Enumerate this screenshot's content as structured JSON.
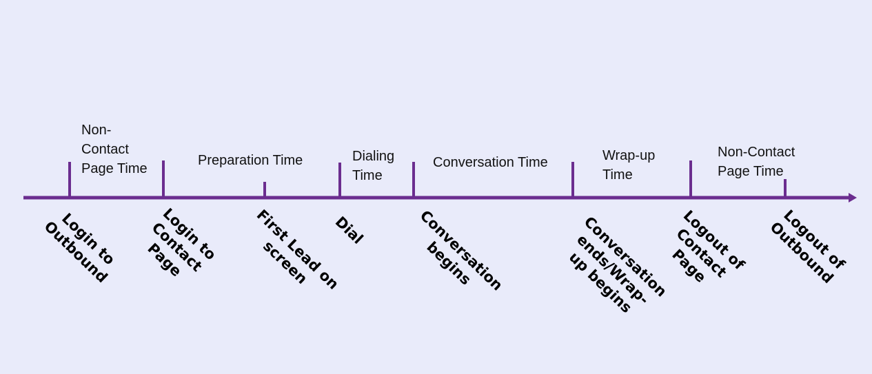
{
  "colors": {
    "background": "#e9ebfa",
    "timeline": "#6b2d8f"
  },
  "intervals": [
    {
      "lines": [
        "Non-",
        "Contact",
        "Page Time"
      ]
    },
    {
      "lines": [
        "Preparation Time"
      ]
    },
    {
      "lines": [
        "Dialing",
        "Time"
      ]
    },
    {
      "lines": [
        "Conversation Time"
      ]
    },
    {
      "lines": [
        "Wrap-up",
        "Time"
      ]
    },
    {
      "lines": [
        "Non-Contact",
        "Page Time"
      ]
    }
  ],
  "events": [
    {
      "lines": [
        "Login to",
        "Outbound"
      ]
    },
    {
      "lines": [
        "Login to",
        "Contact",
        "Page"
      ]
    },
    {
      "lines": [
        "First Lead on",
        "screen"
      ]
    },
    {
      "lines": [
        "Dial"
      ]
    },
    {
      "lines": [
        "Conversation",
        "begins"
      ]
    },
    {
      "lines": [
        "Conversation",
        "ends/Wrap-",
        "up begins"
      ]
    },
    {
      "lines": [
        "Logout of",
        "Contact",
        "Page"
      ]
    },
    {
      "lines": [
        "Logout of",
        "Outbound"
      ]
    }
  ]
}
